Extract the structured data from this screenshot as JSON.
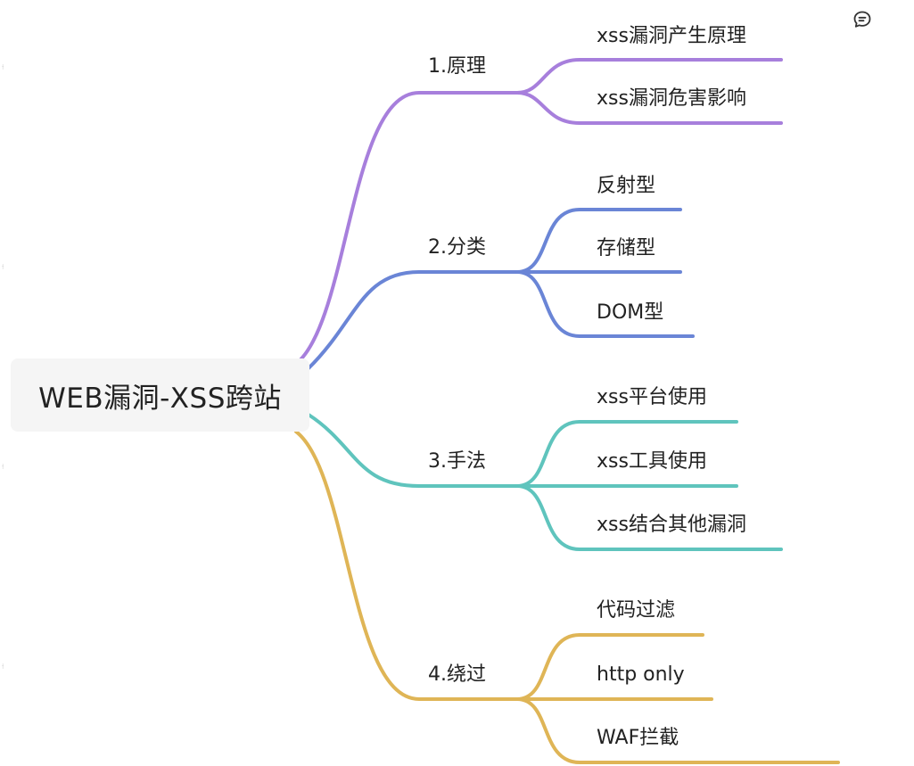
{
  "mindmap": {
    "root": {
      "label": "WEB漏洞-XSS跨站"
    },
    "branches": [
      {
        "label": "1.原理",
        "color": "#a77fdc",
        "children": [
          {
            "label": "xss漏洞产生原理"
          },
          {
            "label": "xss漏洞危害影响"
          }
        ]
      },
      {
        "label": "2.分类",
        "color": "#6a85d6",
        "children": [
          {
            "label": "反射型"
          },
          {
            "label": "存储型"
          },
          {
            "label": "DOM型"
          }
        ]
      },
      {
        "label": "3.手法",
        "color": "#5fc4bd",
        "children": [
          {
            "label": "xss平台使用"
          },
          {
            "label": "xss工具使用"
          },
          {
            "label": "xss结合其他漏洞"
          }
        ]
      },
      {
        "label": "4.绕过",
        "color": "#dfb556",
        "children": [
          {
            "label": "代码过滤"
          },
          {
            "label": "http only"
          },
          {
            "label": "WAF拦截"
          }
        ]
      }
    ]
  },
  "toolbar": {
    "comment_icon": "comment-icon"
  }
}
